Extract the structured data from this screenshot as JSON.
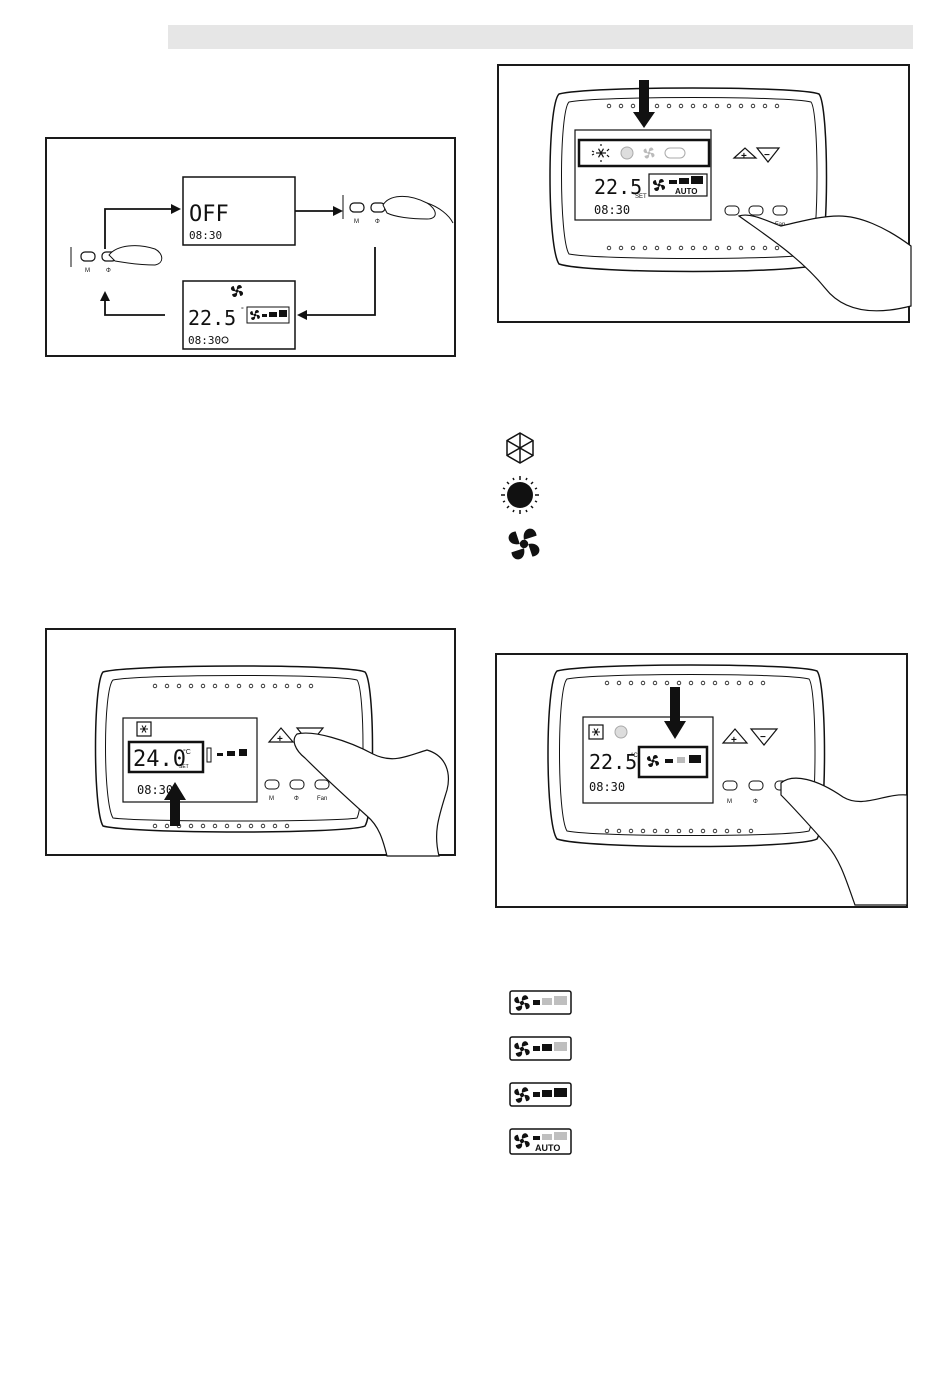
{
  "display": {
    "off_text": "OFF",
    "clock": "08:30",
    "temp": "22.5",
    "temp_unit": "°C",
    "set_label": "SET",
    "set_temp": "24.0",
    "auto_label": "AUTO"
  },
  "buttons": {
    "mode": "M",
    "power": "Φ",
    "fan": "Fan",
    "plus": "+",
    "minus": "−"
  },
  "mode_icons": [
    "snowflake-icon",
    "sun-icon",
    "fan-icon"
  ],
  "fan_speeds": [
    "low",
    "medium",
    "high",
    "auto"
  ],
  "colors": {
    "border": "#1a1a1a",
    "header_bar": "#e6e6e6",
    "dim_segment": "#bfbfbf"
  }
}
